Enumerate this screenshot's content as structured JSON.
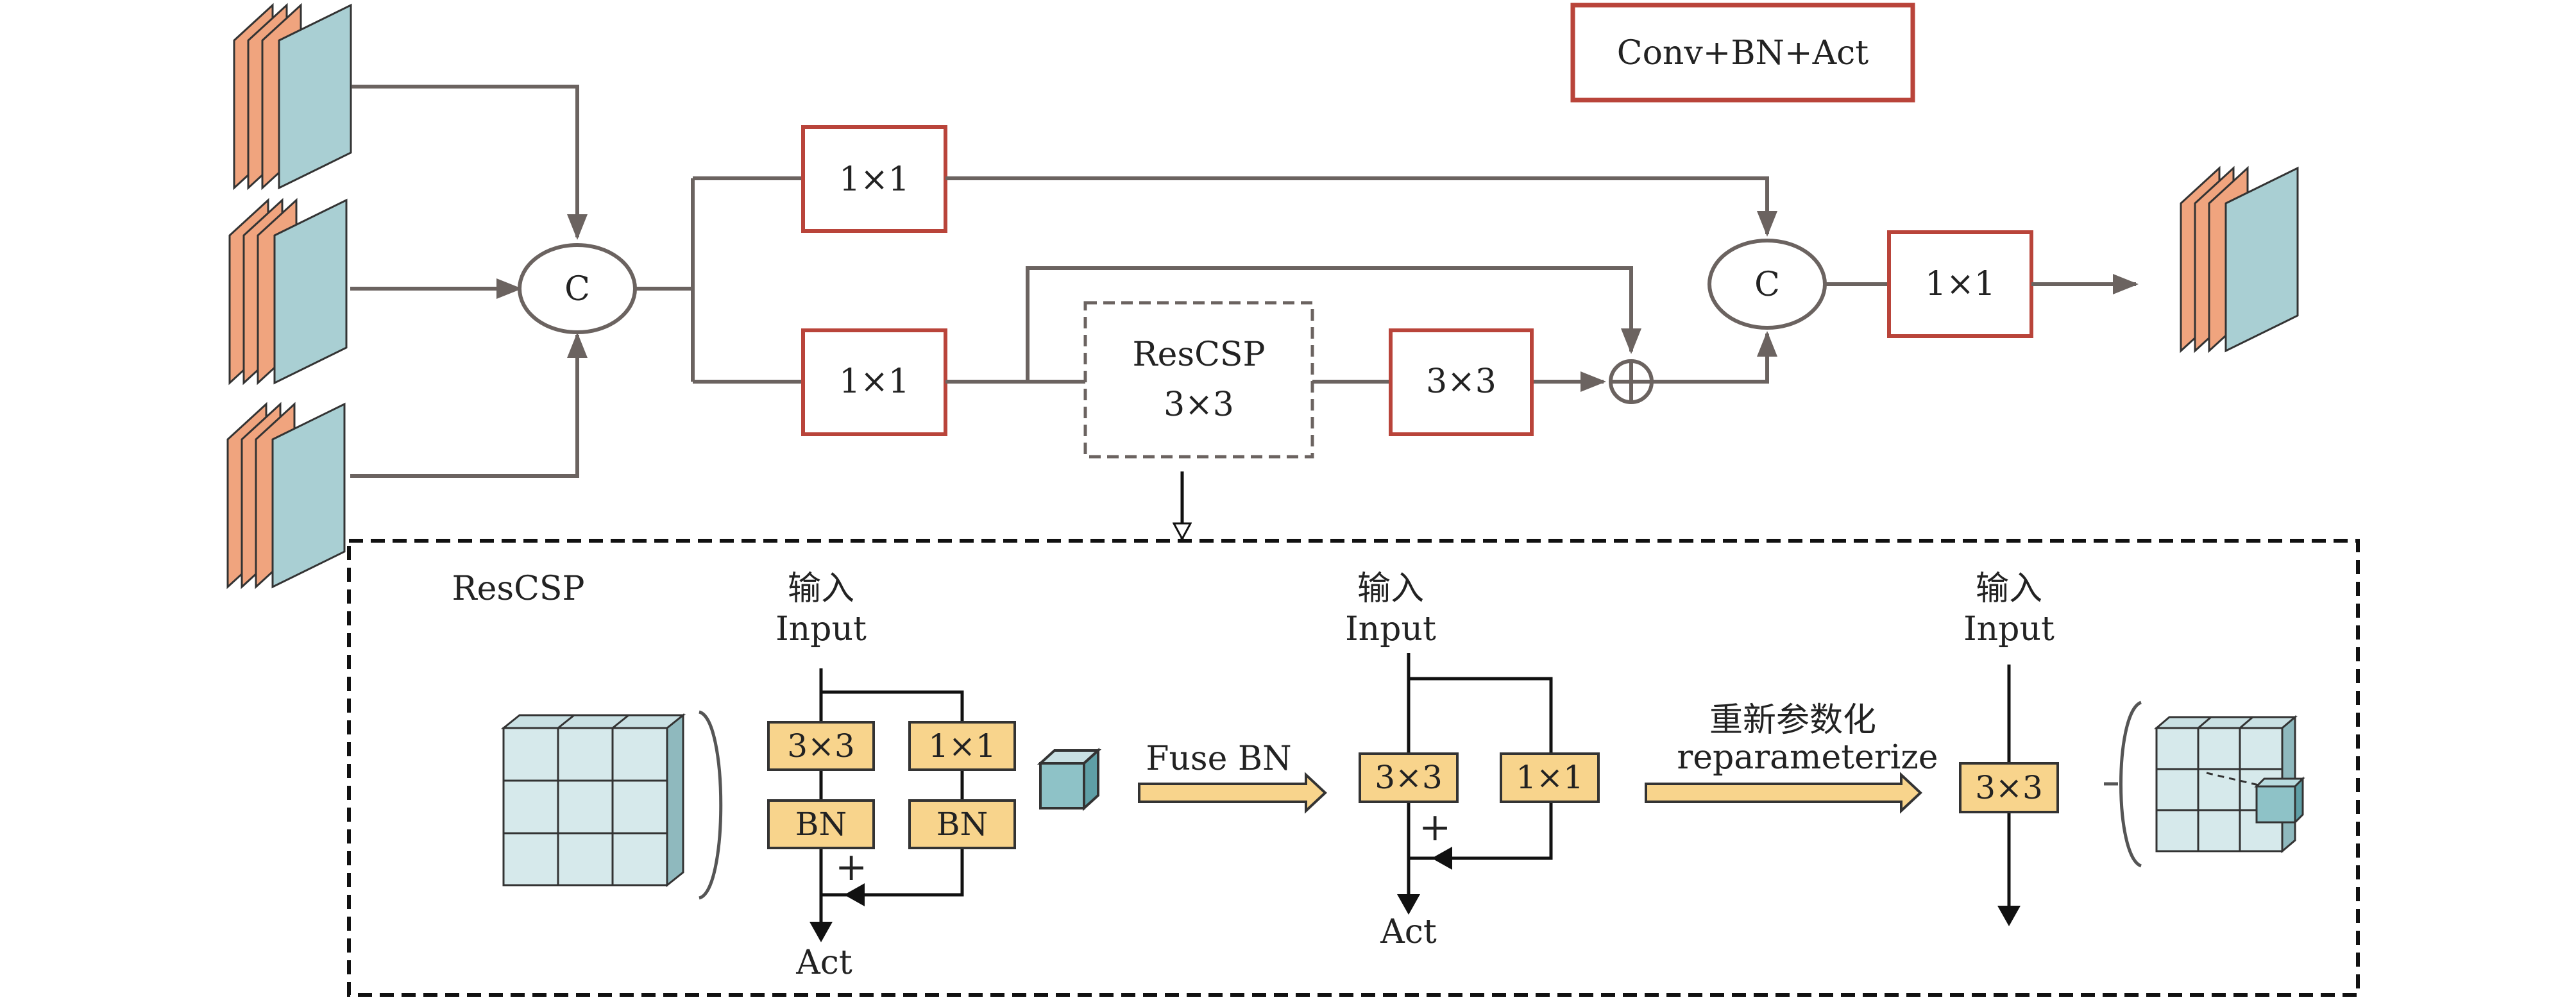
{
  "legend": {
    "label": "Conv+BN+Act"
  },
  "top": {
    "concat_in": "C",
    "branch_top_conv": "1×1",
    "branch_bottom_conv": "1×1",
    "rescsp_line1": "ResCSP",
    "rescsp_line2": "3×3",
    "conv3": "3×3",
    "concat_out": "C",
    "conv_out": "1×1"
  },
  "detail": {
    "title": "ResCSP",
    "stage1": {
      "input_cn": "输入",
      "input_en": "Input",
      "conv3": "3×3",
      "conv1": "1×1",
      "bn_left": "BN",
      "bn_right": "BN",
      "plus": "+",
      "act": "Act"
    },
    "arrow1_label": "Fuse BN",
    "stage2": {
      "input_cn": "输入",
      "input_en": "Input",
      "conv3": "3×3",
      "conv1": "1×1",
      "plus": "+",
      "act": "Act"
    },
    "arrow2_label_cn": "重新参数化",
    "arrow2_label_en": "reparameterize",
    "stage3": {
      "input_cn": "输入",
      "input_en": "Input",
      "conv3": "3×3"
    }
  },
  "colors": {
    "line": "#6b6360",
    "red_box": "#b9443a",
    "yellow_fill": "#f8d48c",
    "teal": "#a9cfd3",
    "orange": "#f0a47e",
    "black": "#111111"
  }
}
